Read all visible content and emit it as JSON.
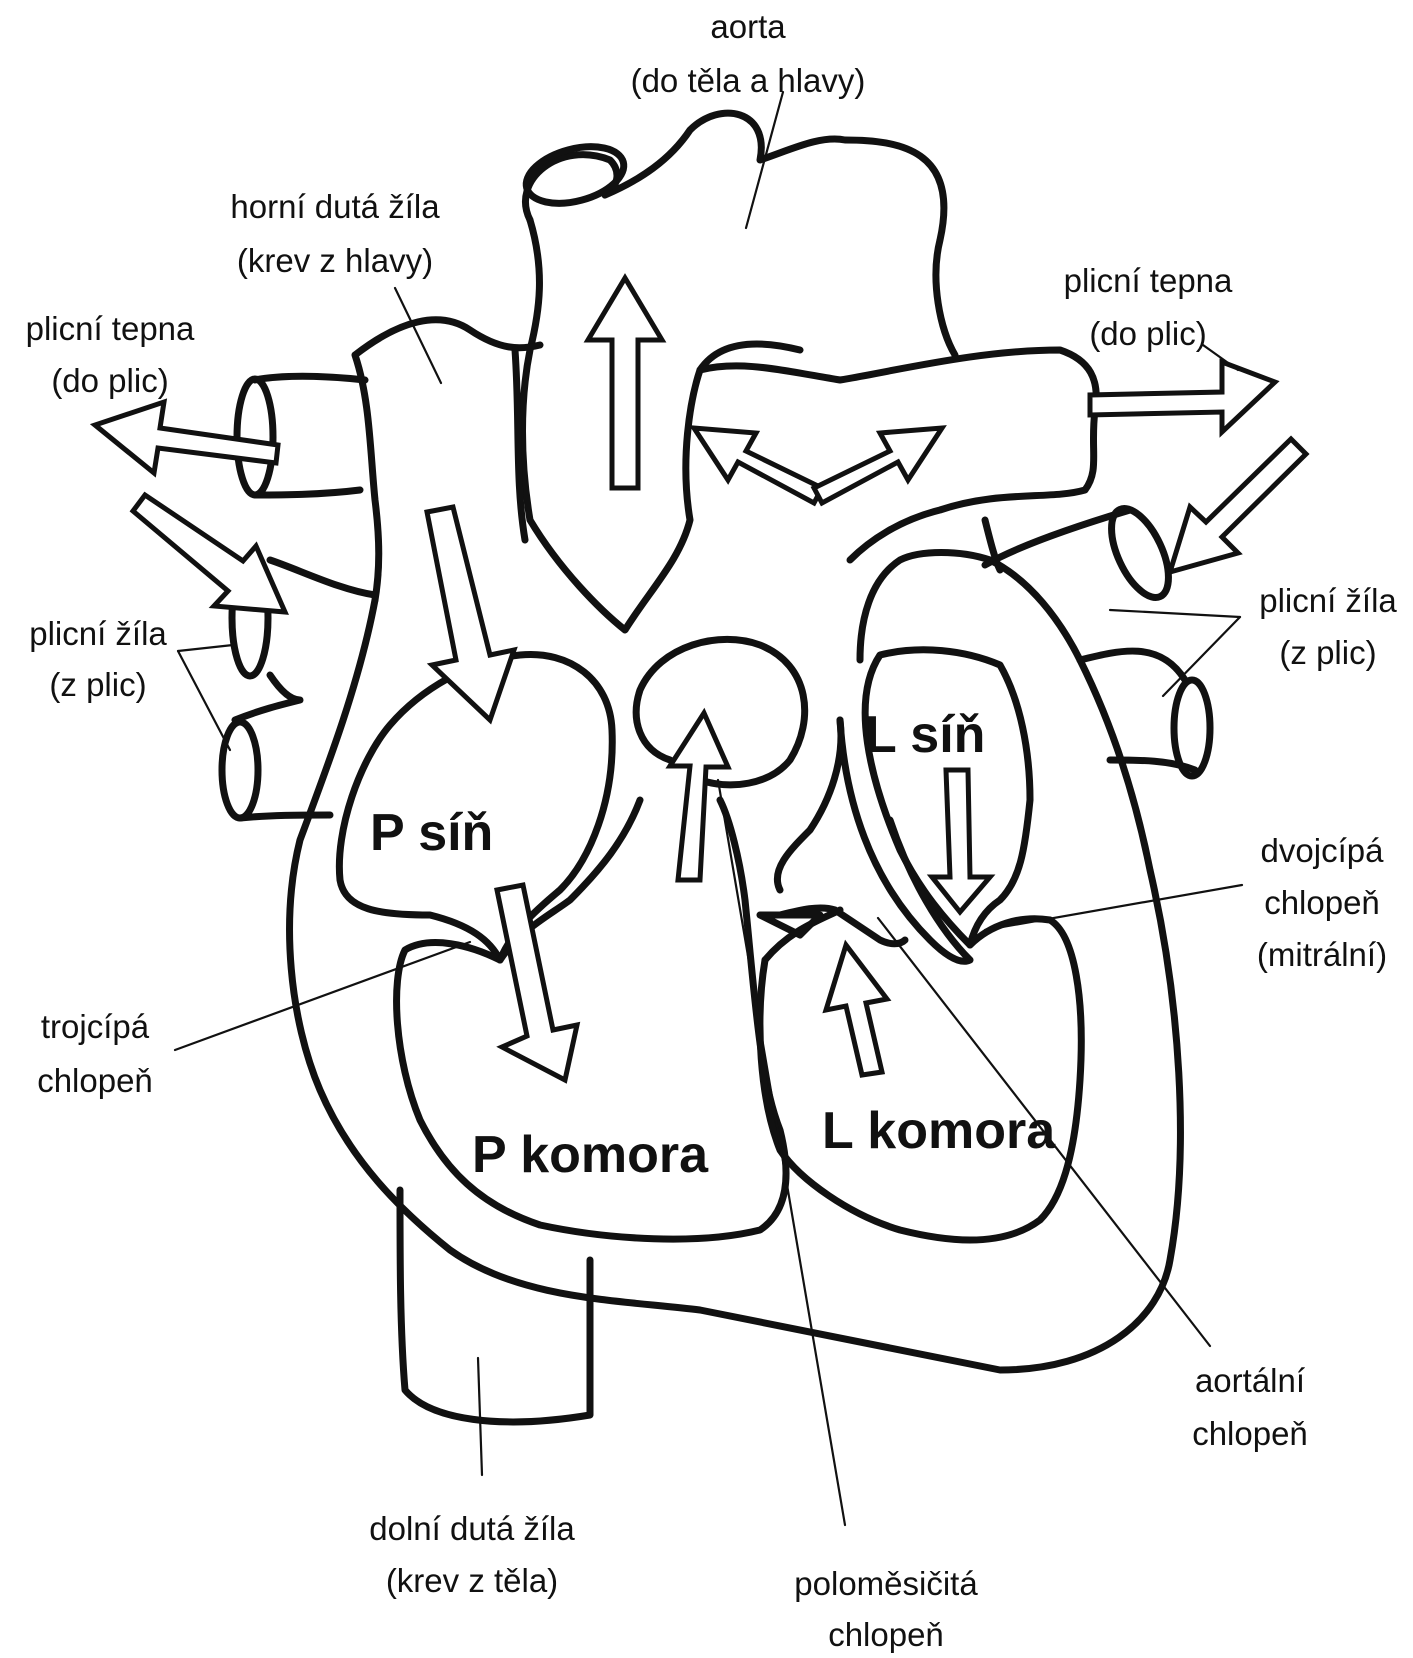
{
  "labels": {
    "aorta": {
      "line1": "aorta",
      "line2": "(do těla a hlavy)"
    },
    "superior_vena_cava": {
      "line1": "horní dutá žíla",
      "line2": "(krev z hlavy)"
    },
    "pulmonary_artery_left": {
      "line1": "plicní tepna",
      "line2": "(do plic)"
    },
    "pulmonary_artery_right": {
      "line1": "plicní tepna",
      "line2": "(do plic)"
    },
    "pulmonary_vein_left": {
      "line1": "plicní žíla",
      "line2": "(z plic)"
    },
    "pulmonary_vein_right": {
      "line1": "plicní žíla",
      "line2": "(z plic)"
    },
    "tricuspid_valve": {
      "line1": "trojcípá",
      "line2": "chlopeň"
    },
    "mitral_valve": {
      "line1": "dvojcípá",
      "line2": "chlopeň",
      "line3": "(mitrální)"
    },
    "aortic_valve": {
      "line1": "aortální",
      "line2": "chlopeň"
    },
    "inferior_vena_cava": {
      "line1": "dolní dutá žíla",
      "line2": "(krev z těla)"
    },
    "pulmonary_valve": {
      "line1": "poloměsičitá",
      "line2": "chlopeň"
    }
  },
  "chambers": {
    "right_atrium": "P síň",
    "right_ventricle": "P komora",
    "left_atrium": "L síň",
    "left_ventricle": "L komora"
  }
}
